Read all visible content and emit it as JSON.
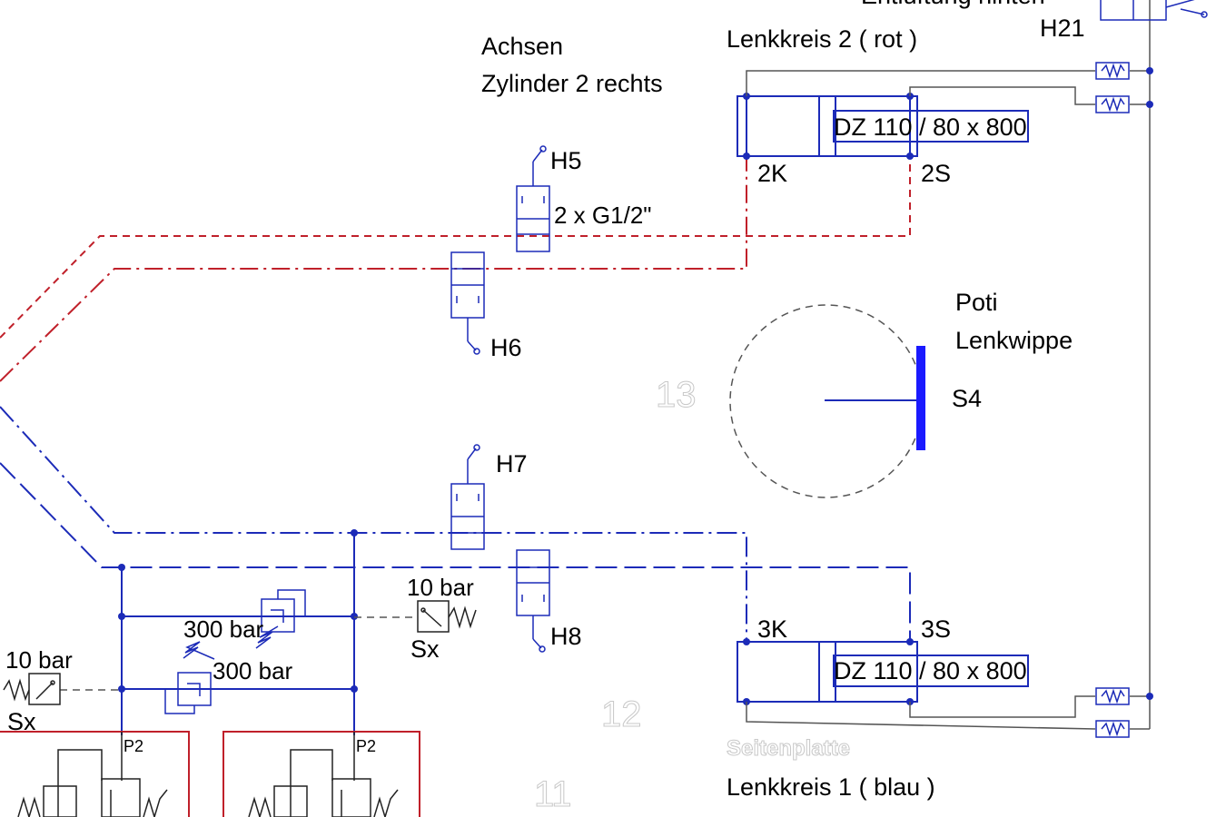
{
  "labels": {
    "achsen": "Achsen",
    "zylinder": "Zylinder 2 rechts",
    "lenkkreis2": "Lenkkreis 2 ( rot )",
    "entlueftung": "Entlüftung hinten",
    "h21": "H21",
    "h5": "H5",
    "h6": "H6",
    "h7": "H7",
    "h8": "H8",
    "fitting": "2 x G1/2\"",
    "cyl_top": "DZ 110 / 80 x 800",
    "cyl_bottom": "DZ 110 / 80 x 800",
    "port_2k": "2K",
    "port_2s": "2S",
    "port_3k": "3K",
    "port_3s": "3S",
    "poti": "Poti",
    "lenkwippe": "Lenkwippe",
    "s4": "S4",
    "area_13": "13",
    "area_12": "12",
    "area_11": "11",
    "p300_a": "300 bar",
    "p300_b": "300 bar",
    "p10_a": "10 bar",
    "p10_b": "10 bar",
    "sx_a": "Sx",
    "sx_b": "Sx",
    "p2_a": "P2",
    "p2_b": "P2",
    "seitenplatte": "Seitenplatte",
    "lenkkreis1": "Lenkkreis 1 ( blau )"
  },
  "colors": {
    "red_circuit": "#c0202a",
    "blue_circuit": "#1c2bb8",
    "poti_bar": "#1a1aff"
  }
}
